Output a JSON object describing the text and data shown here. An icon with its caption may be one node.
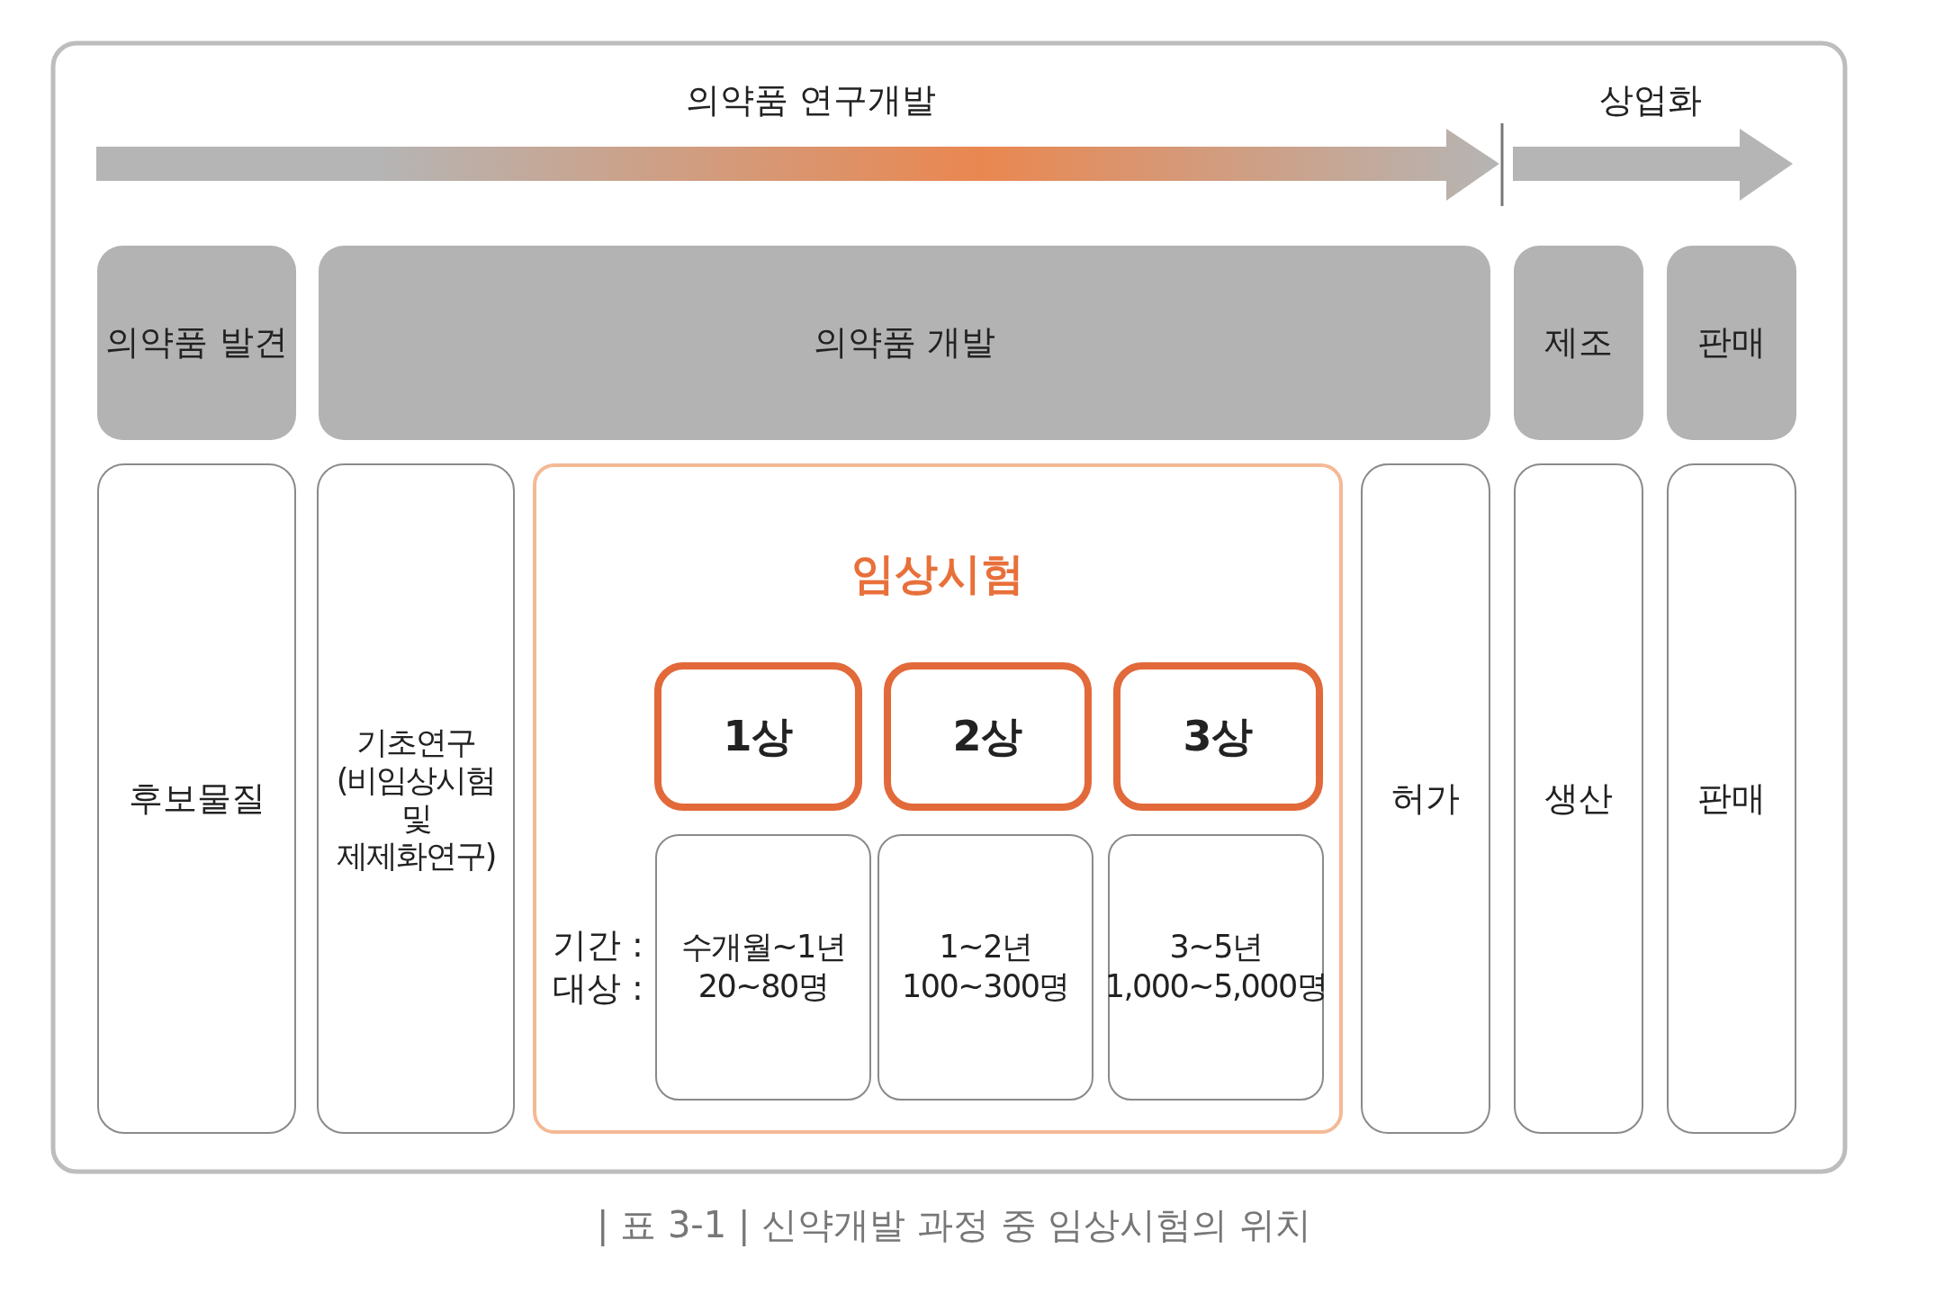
{
  "diagram": {
    "caption": "| 표 3-1 | 신약개발 과정 중 임상시험의 위치",
    "nodes": [
      {
        "text": [
          "의약품 발견"
        ]
      },
      {
        "text": [
          "의약품 개발"
        ]
      },
      {
        "text": [
          "제조"
        ]
      },
      {
        "text": [
          "판매"
        ]
      },
      {
        "text": [
          "후보물질"
        ]
      },
      {
        "text": [
          "기초연구 (비임상시험 및 제제화연구)"
        ]
      },
      {
        "text": [
          "임상시험"
        ]
      },
      {
        "text": [
          "1상"
        ],
        "in": 6
      },
      {
        "text": [
          "2상"
        ],
        "in": 6
      },
      {
        "text": [
          "3상"
        ],
        "in": 6
      },
      {
        "text": [
          "수개월~1년",
          "20~80명"
        ],
        "in": 6
      },
      {
        "text": [
          "1~2년",
          "100~300명"
        ],
        "in": 6
      },
      {
        "text": [
          "3~5년",
          "1,000~5,000명"
        ],
        "in": 6
      },
      {
        "text": [
          "허가"
        ]
      },
      {
        "text": [
          "생산"
        ]
      },
      {
        "text": [
          "판매"
        ]
      }
    ],
    "labels": [
      "의약품 연구개발",
      "상업화",
      "기간 :",
      "대상 :"
    ]
  }
}
